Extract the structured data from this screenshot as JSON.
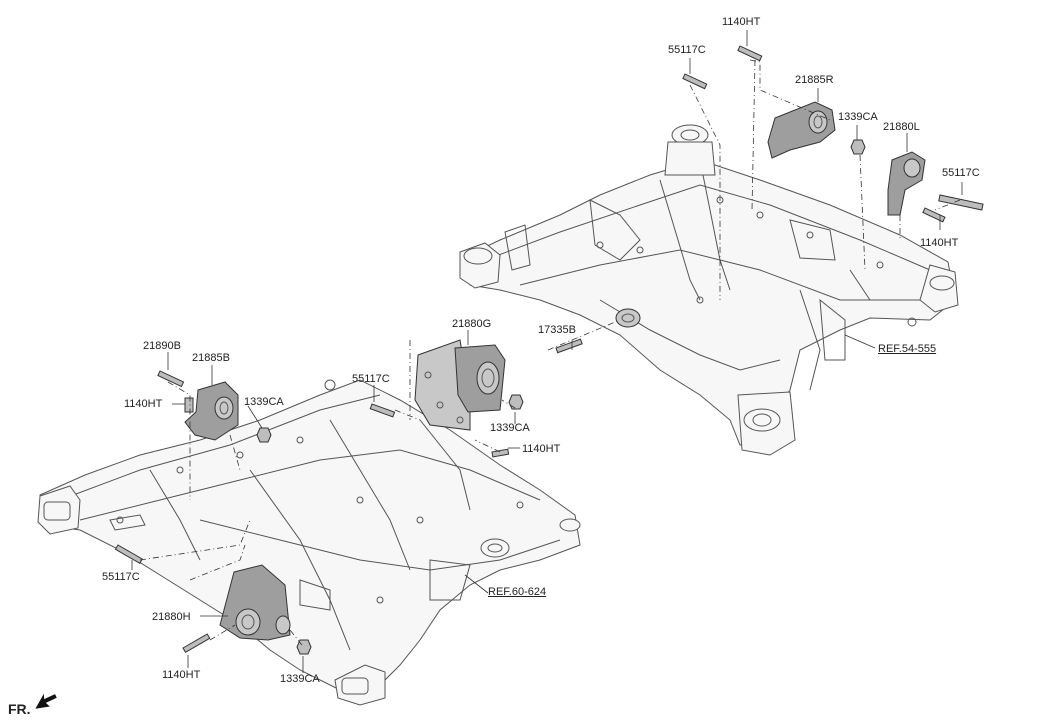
{
  "labels": {
    "p1140HT_top": "1140HT",
    "p55117C_top": "55117C",
    "p21885R": "21885R",
    "p1339CA_top": "1339CA",
    "p21880L": "21880L",
    "p55117C_right": "55117C",
    "p1140HT_right": "1140HT",
    "p17335B": "17335B",
    "ref_54_555": "REF.54-555",
    "p21880G": "21880G",
    "p21890B": "21890B",
    "p21885B": "21885B",
    "p1140HT_left": "1140HT",
    "p1339CA_left": "1339CA",
    "p55117C_mid": "55117C",
    "p1339CA_mid": "1339CA",
    "p1140HT_mid": "1140HT",
    "p55117C_lower": "55117C",
    "ref_60_624": "REF.60-624",
    "p21880H": "21880H",
    "p1140HT_bottom": "1140HT",
    "p1339CA_bottom": "1339CA",
    "fr": "FR."
  }
}
